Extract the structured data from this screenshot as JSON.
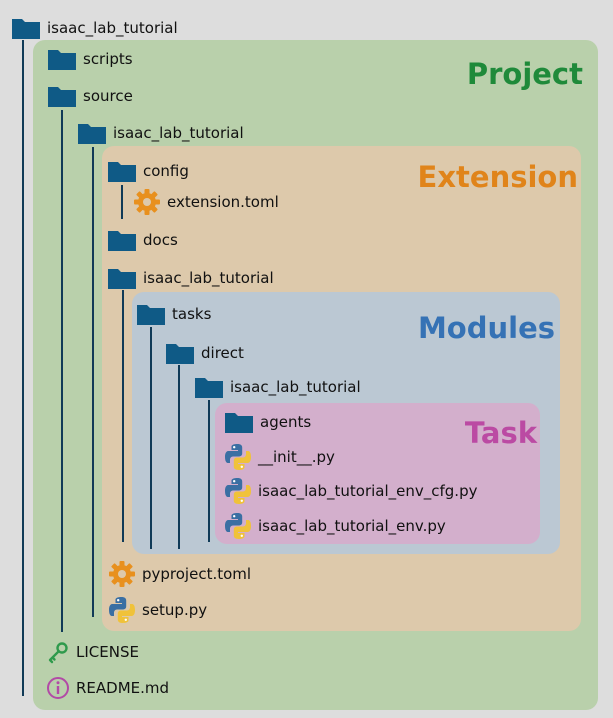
{
  "regions": {
    "project": "Project",
    "extension": "Extension",
    "modules": "Modules",
    "task": "Task"
  },
  "tree": {
    "root": "isaac_lab_tutorial",
    "scripts": "scripts",
    "source": "source",
    "src_pkg": "isaac_lab_tutorial",
    "config": "config",
    "extension_toml": "extension.toml",
    "docs": "docs",
    "ext_pkg": "isaac_lab_tutorial",
    "tasks": "tasks",
    "direct": "direct",
    "task_pkg": "isaac_lab_tutorial",
    "agents": "agents",
    "init_py": "__init__.py",
    "env_cfg_py": "isaac_lab_tutorial_env_cfg.py",
    "env_py": "isaac_lab_tutorial_env.py",
    "pyproject_toml": "pyproject.toml",
    "setup_py": "setup.py",
    "license": "LICENSE",
    "readme": "README.md"
  },
  "colors": {
    "folder": "#0f5a86",
    "gear": "#e8901e",
    "python_blue": "#3a6fa3",
    "python_yellow": "#f0c23a",
    "license_key": "#2f9a4c",
    "info": "#b24aa6"
  },
  "icons": {
    "folder": "folder-icon",
    "gear": "gear-icon",
    "python": "python-icon",
    "key": "key-icon",
    "info": "info-icon"
  }
}
